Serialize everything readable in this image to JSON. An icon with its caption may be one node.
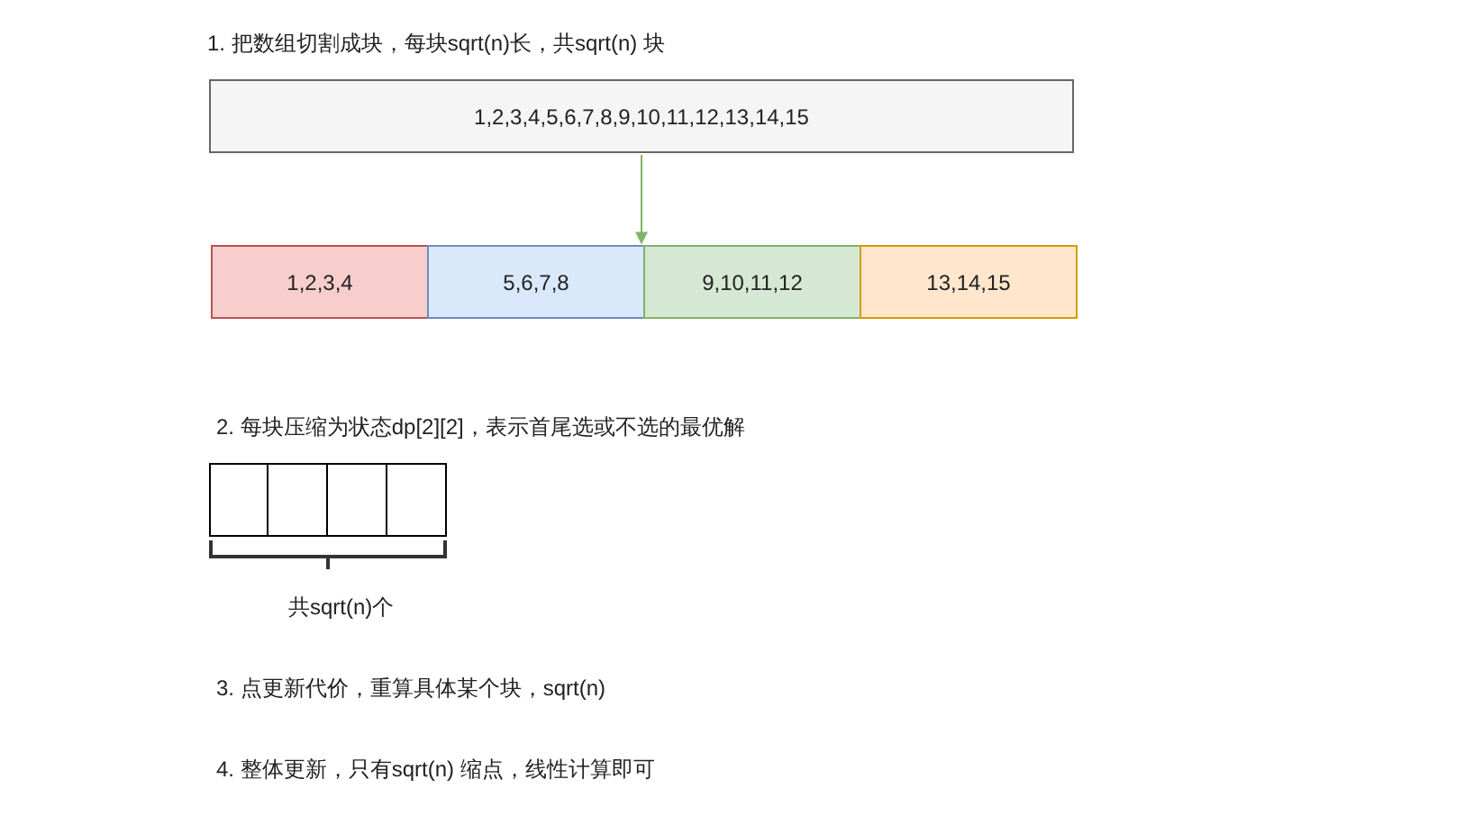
{
  "diagram": {
    "nodes": [
      {
        "text": [
          "1,2,3,4,5,6,7,8,9,10,11,12,13,14,15"
        ]
      },
      {
        "text": [
          "1,2,3,4"
        ]
      },
      {
        "text": [
          "5,6,7,8"
        ]
      },
      {
        "text": [
          "9,10,11,12"
        ]
      },
      {
        "text": [
          "13,14,15"
        ]
      },
      {
        "text": [],
        "shape": "box"
      },
      {
        "text": [],
        "shape": "box"
      },
      {
        "text": [],
        "shape": "box"
      },
      {
        "text": [],
        "shape": "box"
      }
    ],
    "edges": [
      {
        "from": 0,
        "to": 2,
        "arrow": "to",
        "color": "#82b366"
      }
    ],
    "labels": [
      "1.  把数组切割成块，每块sqrt(n)长，共sqrt(n) 块",
      "2.  每块压缩为状态dp[2][2]，表示首尾选或不选的最优解",
      "共sqrt(n)个",
      "3. 点更新代价，重算具体某个块，sqrt(n)",
      "4. 整体更新，只有sqrt(n) 缩点，线性计算即可"
    ]
  }
}
